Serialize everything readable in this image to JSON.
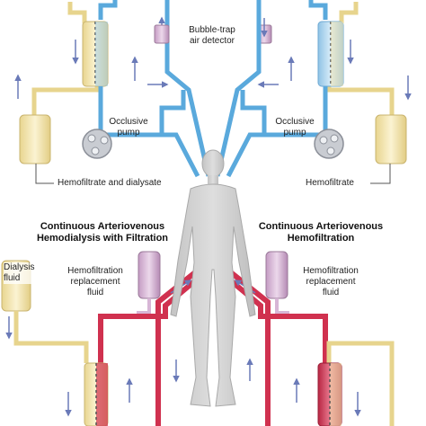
{
  "labels": {
    "bubble_trap": "Bubble-trap\nair detector",
    "occlusive_pump_left": "Occlusive\npump",
    "occlusive_pump_right": "Occlusive\npump",
    "hemofiltrate_dialysate": "Hemofiltrate and dialysate",
    "hemofiltrate": "Hemofiltrate",
    "cavhdf_title": "Continuous Arteriovenous\nHemodialysis with Filtration",
    "cavh_title": "Continuous Arteriovenous\nHemofiltration",
    "dialysis_fluid": "Dialysis\nfluid",
    "replacement_fluid_left": "Hemofiltration\nreplacement\nfluid",
    "replacement_fluid_right": "Hemofiltration\nreplacement\nfluid"
  },
  "colors": {
    "venous_blue": "#5aa9dc",
    "arterial_red": "#d0314f",
    "fluid_yellow": "#f6e8b4",
    "replacement_purple": "#d7b6d6",
    "body_gray": "#cfcfcf",
    "arrow": "#6a7ab8"
  }
}
